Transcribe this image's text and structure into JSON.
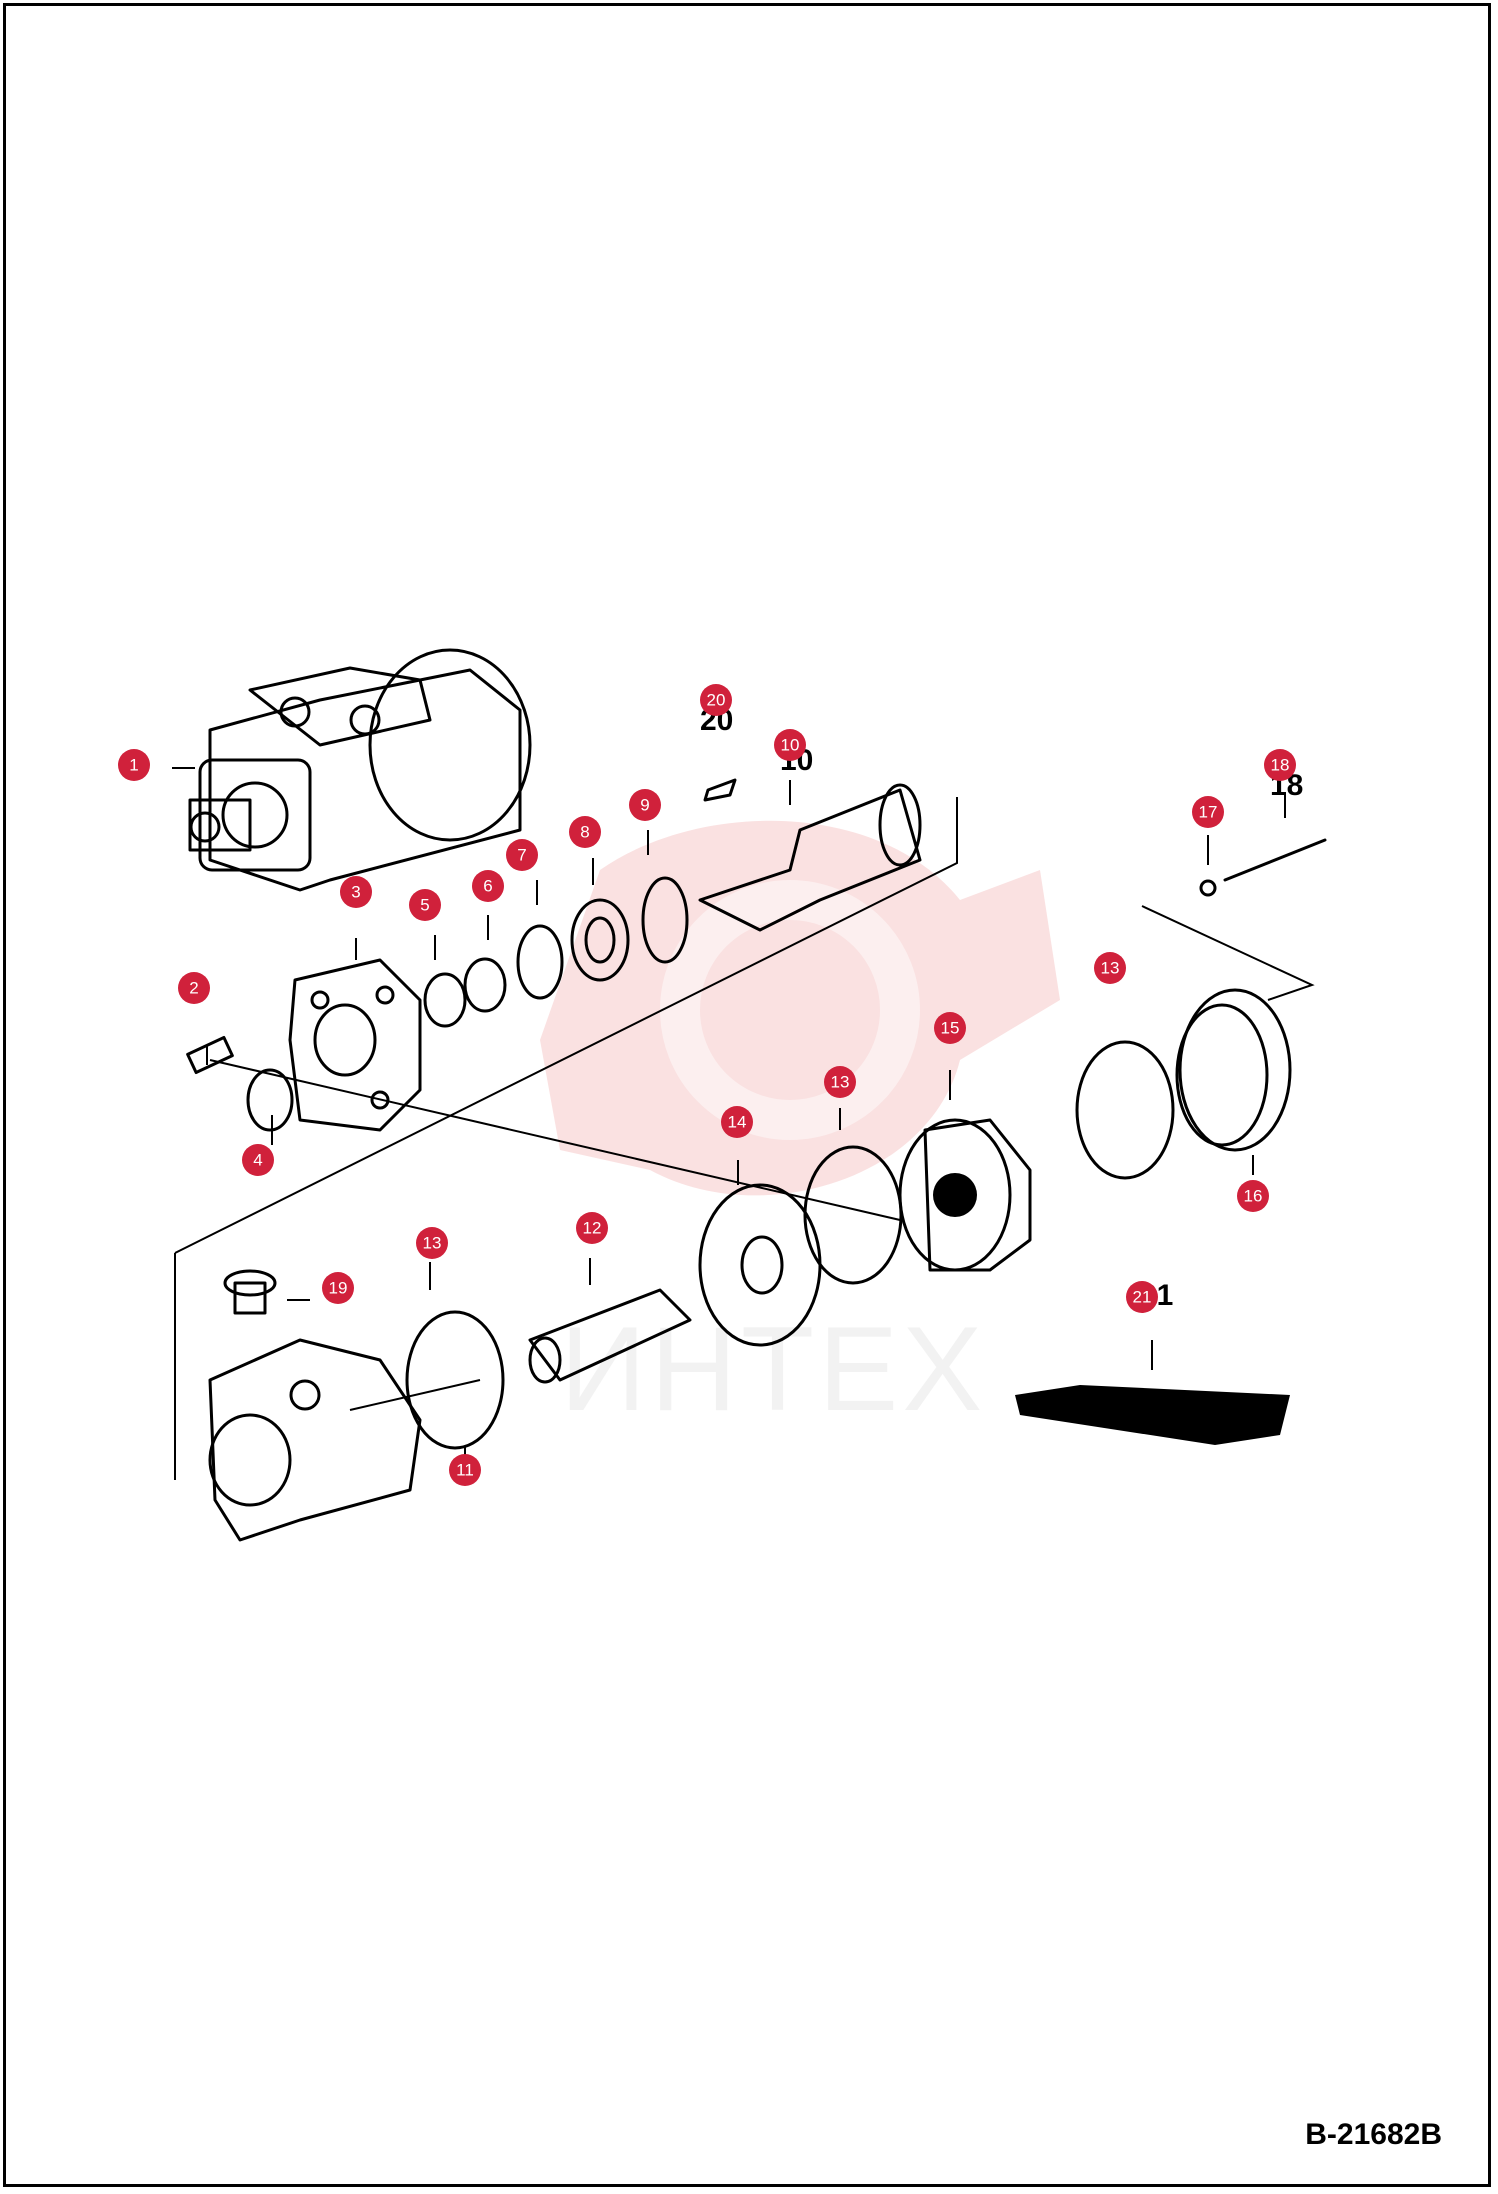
{
  "diagram": {
    "watermark_text": "ИНТЕХ",
    "document_code": "B-21682B",
    "callouts": [
      {
        "id": "1"
      },
      {
        "id": "2"
      },
      {
        "id": "3"
      },
      {
        "id": "4"
      },
      {
        "id": "5"
      },
      {
        "id": "6"
      },
      {
        "id": "7"
      },
      {
        "id": "8"
      },
      {
        "id": "9"
      },
      {
        "id": "10"
      },
      {
        "id": "11"
      },
      {
        "id": "12"
      },
      {
        "id": "13"
      },
      {
        "id": "13"
      },
      {
        "id": "13"
      },
      {
        "id": "14"
      },
      {
        "id": "15"
      },
      {
        "id": "16"
      },
      {
        "id": "17"
      },
      {
        "id": "18"
      },
      {
        "id": "19"
      },
      {
        "id": "20"
      },
      {
        "id": "21"
      }
    ],
    "colors": {
      "callout": "#d0213b",
      "watermark": "#e9e9e9",
      "ink": "#000000"
    }
  }
}
